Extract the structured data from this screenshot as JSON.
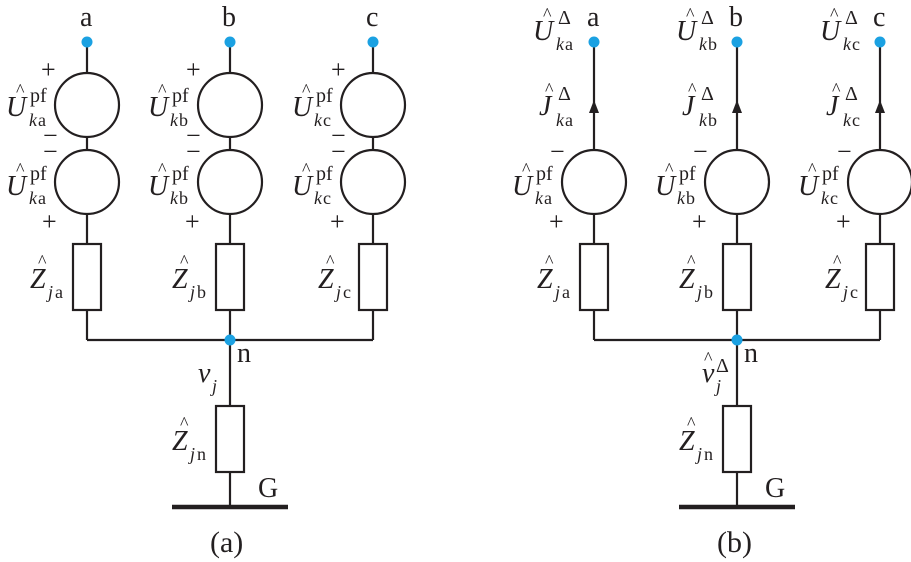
{
  "panel_a": {
    "caption": "(a)",
    "nodes": {
      "a": "a",
      "b": "b",
      "c": "c",
      "n": "n"
    },
    "ground_label": "G",
    "voltage_symbol": "U",
    "voltage_sup": "pf",
    "k": "k",
    "j": "j",
    "phases": [
      "a",
      "b",
      "c"
    ],
    "impedance_symbol": "Z",
    "neutral_voltage": "v",
    "neutral_sub": "n",
    "plus": "+",
    "minus": "−",
    "hat": "^"
  },
  "panel_b": {
    "caption": "(b)",
    "nodes": {
      "a": "a",
      "b": "b",
      "c": "c",
      "n": "n"
    },
    "ground_label": "G",
    "voltage_symbol": "U",
    "voltage_sup": "pf",
    "delta_sup": "Δ",
    "current_symbol": "J",
    "k": "k",
    "j": "j",
    "phases": [
      "a",
      "b",
      "c"
    ],
    "impedance_symbol": "Z",
    "neutral_voltage": "v",
    "neutral_sub": "n",
    "plus": "+",
    "minus": "−",
    "hat": "^"
  },
  "colors": {
    "line": "#231f20",
    "node": "#1ba1e2",
    "background": "#ffffff"
  }
}
